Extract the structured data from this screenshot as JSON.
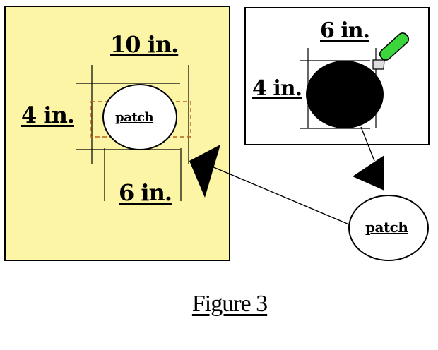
{
  "colors": {
    "left_panel_bg": "#fbf5a5",
    "handle_green": "#3bd63b",
    "dashed_outline": "#b5651d"
  },
  "left_panel": {
    "width_label": "10 in.",
    "height_label": "4 in.",
    "bottom_label": "6 in.",
    "patch_label": "patch"
  },
  "right_panel": {
    "width_label": "6 in.",
    "height_label": "4 in."
  },
  "patch_bubble": {
    "label": "patch"
  },
  "caption": "Figure 3"
}
